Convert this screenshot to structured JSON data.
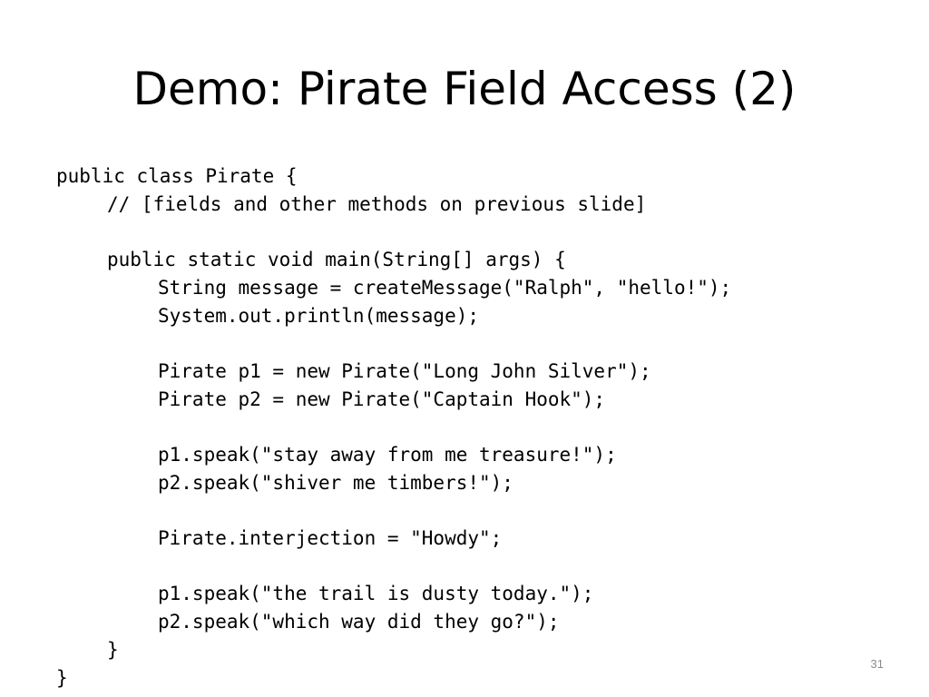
{
  "slide": {
    "title": "Demo: Pirate Field Access (2)",
    "code_lines": [
      "public class Pirate {",
      "// [fields and other methods on previous slide]",
      "public static void main(String[] args) {",
      "String message = createMessage(\"Ralph\", \"hello!\");",
      "System.out.println(message);",
      "Pirate p1 = new Pirate(\"Long John Silver\");",
      "Pirate p2 = new Pirate(\"Captain Hook\");",
      "p1.speak(\"stay away from me treasure!\");",
      "p2.speak(\"shiver me timbers!\");",
      "Pirate.interjection = \"Howdy\";",
      "p1.speak(\"the trail is dusty today.\");",
      "p2.speak(\"which way did they go?\");",
      "}",
      "}"
    ],
    "page_number": "31"
  }
}
